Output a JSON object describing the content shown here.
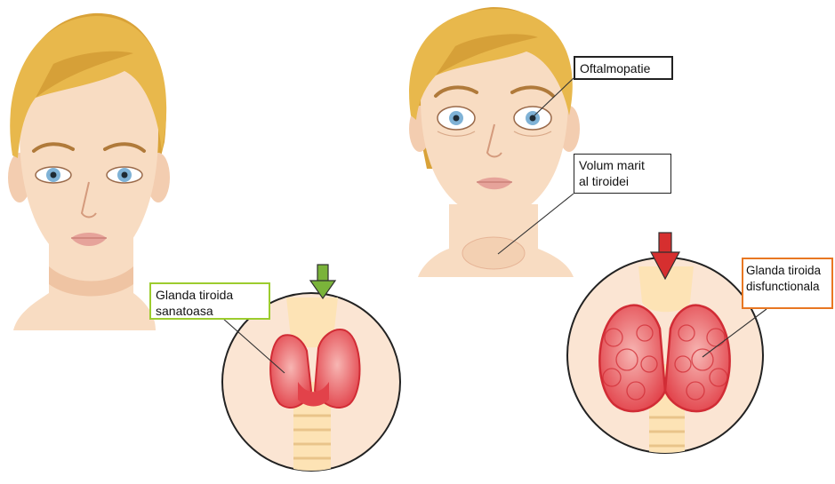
{
  "labels": {
    "healthy": {
      "text": "Glanda tiroida\nsanatoasa",
      "border": "#9ccc2e"
    },
    "ophthalmopathy": {
      "text": "Oftalmopatie",
      "border": "#222222"
    },
    "enlarged": {
      "text": "Volum marit\nal tiroidei",
      "border": "#222222"
    },
    "dysfunctional": {
      "text": "Glanda tiroida\ndisfunctionala",
      "border": "#e87722"
    }
  },
  "colors": {
    "skin": "#f8dcc2",
    "skin_shade": "#efc4a3",
    "hair": "#e6b64a",
    "hair_dark": "#c98f2c",
    "iris": "#7fb2d6",
    "lips": "#e6a39a",
    "thyroid": "#e2424a",
    "thyroid_light": "#f4a3a3",
    "cartilage": "#fde3b5",
    "arrow_healthy": "#7ab33a",
    "arrow_disease": "#d62f2f"
  },
  "icons": {
    "healthy_arrow": "arrow-down-icon",
    "disease_arrow": "arrow-down-icon"
  }
}
